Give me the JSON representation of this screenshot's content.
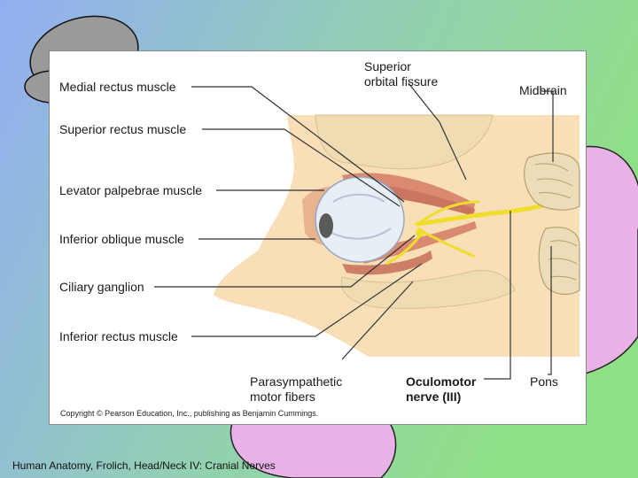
{
  "figure": {
    "labels": {
      "medial_rectus": "Medial rectus muscle",
      "superior_rectus": "Superior rectus muscle",
      "levator_palpebrae": "Levator palpebrae muscle",
      "inferior_oblique": "Inferior oblique muscle",
      "ciliary_ganglion": "Ciliary ganglion",
      "inferior_rectus": "Inferior rectus muscle",
      "superior_orbital_fissure_line1": "Superior",
      "superior_orbital_fissure_line2": "orbital fissure",
      "midbrain": "Midbrain",
      "parasympathetic_line1": "Parasympathetic",
      "parasympathetic_line2": "motor fibers",
      "oculomotor_line1": "Oculomotor",
      "oculomotor_line2": "nerve (III)",
      "pons": "Pons"
    },
    "copyright": "Copyright © Pearson Education, Inc., publishing as Benjamin Cummings."
  },
  "footer": {
    "text": "Human Anatomy, Frolich, Head/Neck IV:  Cranial Nerves"
  },
  "colors": {
    "background_blue": "#8fb0f0",
    "background_green": "#8fdc8a",
    "blob_gray": "#999999",
    "blob_pink": "#e8b2e6",
    "skin": "#f7ddb4",
    "bone": "#ecd9b0",
    "muscle": "#d98a70",
    "nerve": "#f2e23a"
  }
}
